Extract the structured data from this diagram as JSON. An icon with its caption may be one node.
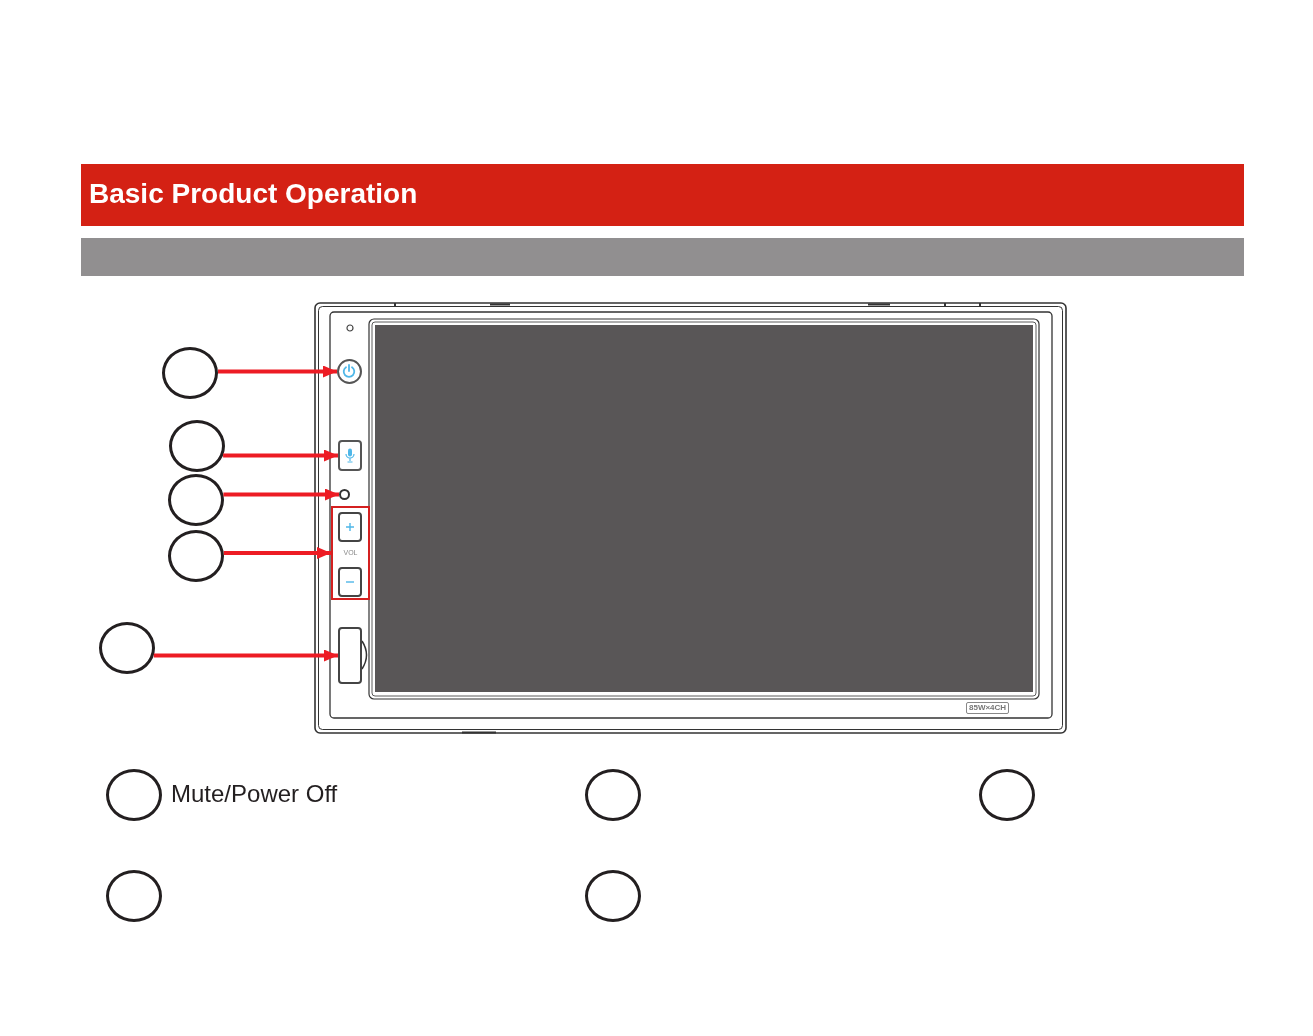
{
  "diagram": {
    "title": "Basic Product Operation",
    "nodes": [
      {
        "text": [],
        "shape": "bar"
      },
      {
        "text": [],
        "shape": "circle"
      },
      {
        "text": [],
        "shape": "circle"
      },
      {
        "text": [],
        "shape": "circle"
      },
      {
        "text": [],
        "shape": "box"
      },
      {
        "text": [],
        "shape": "circle"
      },
      {
        "text": [],
        "shape": "circle"
      },
      {
        "text": [],
        "shape": "circle"
      },
      {
        "text": [
          "VOL"
        ]
      },
      {
        "text": [],
        "shape": "circle"
      },
      {
        "text": [],
        "shape": "box"
      },
      {
        "text": [],
        "shape": "circle",
        "beside": [
          "Mute/Power Off"
        ]
      },
      {
        "text": [],
        "shape": "circle"
      },
      {
        "text": [],
        "shape": "circle"
      },
      {
        "text": [],
        "shape": "circle"
      },
      {
        "text": [],
        "shape": "circle"
      }
    ],
    "edges": [
      {
        "from": 1,
        "to": 2,
        "arrow": "to"
      },
      {
        "from": 3,
        "to": 4,
        "arrow": "to"
      },
      {
        "from": 5,
        "to": 6,
        "arrow": "to"
      },
      {
        "from": 7,
        "to": 8,
        "arrow": "to"
      },
      {
        "from": 9,
        "to": 10,
        "arrow": "to"
      }
    ],
    "labels": [
      "85W×4CH"
    ]
  }
}
